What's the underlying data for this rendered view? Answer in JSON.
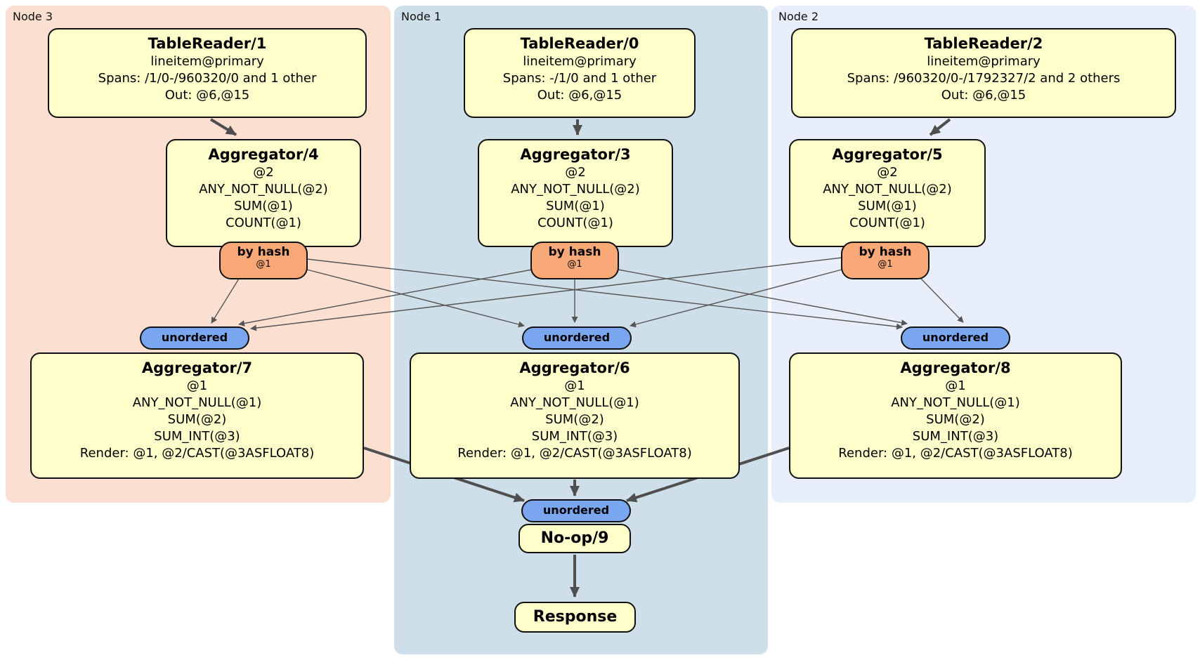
{
  "panels": [
    {
      "label": "Node 3"
    },
    {
      "label": "Node 1"
    },
    {
      "label": "Node 2"
    }
  ],
  "labels": {
    "by_hash": "by hash",
    "hash_col": "@1",
    "unordered": "unordered"
  },
  "nodes": {
    "tr1": {
      "title": "TableReader/1",
      "lines": [
        "lineitem@primary",
        "Spans: /1/0-/960320/0 and 1 other",
        "Out: @6,@15"
      ]
    },
    "tr0": {
      "title": "TableReader/0",
      "lines": [
        "lineitem@primary",
        "Spans: -/1/0 and 1 other",
        "Out: @6,@15"
      ]
    },
    "tr2": {
      "title": "TableReader/2",
      "lines": [
        "lineitem@primary",
        "Spans: /960320/0-/1792327/2 and 2 others",
        "Out: @6,@15"
      ]
    },
    "agg4": {
      "title": "Aggregator/4",
      "lines": [
        "@2",
        "ANY_NOT_NULL(@2)",
        "SUM(@1)",
        "COUNT(@1)"
      ]
    },
    "agg3": {
      "title": "Aggregator/3",
      "lines": [
        "@2",
        "ANY_NOT_NULL(@2)",
        "SUM(@1)",
        "COUNT(@1)"
      ]
    },
    "agg5": {
      "title": "Aggregator/5",
      "lines": [
        "@2",
        "ANY_NOT_NULL(@2)",
        "SUM(@1)",
        "COUNT(@1)"
      ]
    },
    "agg7": {
      "title": "Aggregator/7",
      "lines": [
        "@1",
        "ANY_NOT_NULL(@1)",
        "SUM(@2)",
        "SUM_INT(@3)",
        "Render: @1, @2/CAST(@3ASFLOAT8)"
      ]
    },
    "agg6": {
      "title": "Aggregator/6",
      "lines": [
        "@1",
        "ANY_NOT_NULL(@1)",
        "SUM(@2)",
        "SUM_INT(@3)",
        "Render: @1, @2/CAST(@3ASFLOAT8)"
      ]
    },
    "agg8": {
      "title": "Aggregator/8",
      "lines": [
        "@1",
        "ANY_NOT_NULL(@1)",
        "SUM(@2)",
        "SUM_INT(@3)",
        "Render: @1, @2/CAST(@3ASFLOAT8)"
      ]
    },
    "noop": {
      "title": "No-op/9"
    },
    "response": {
      "title": "Response"
    }
  },
  "colors": {
    "panel_node3": "#fbe0d2",
    "panel_node1": "#cfdfe9",
    "panel_node2": "#e9effa",
    "node_fill": "#ffffcc",
    "node_border": "#111111",
    "router_fill": "#f9a878",
    "sync_fill": "#7aa5ef",
    "edge": "#4f4f4f"
  }
}
